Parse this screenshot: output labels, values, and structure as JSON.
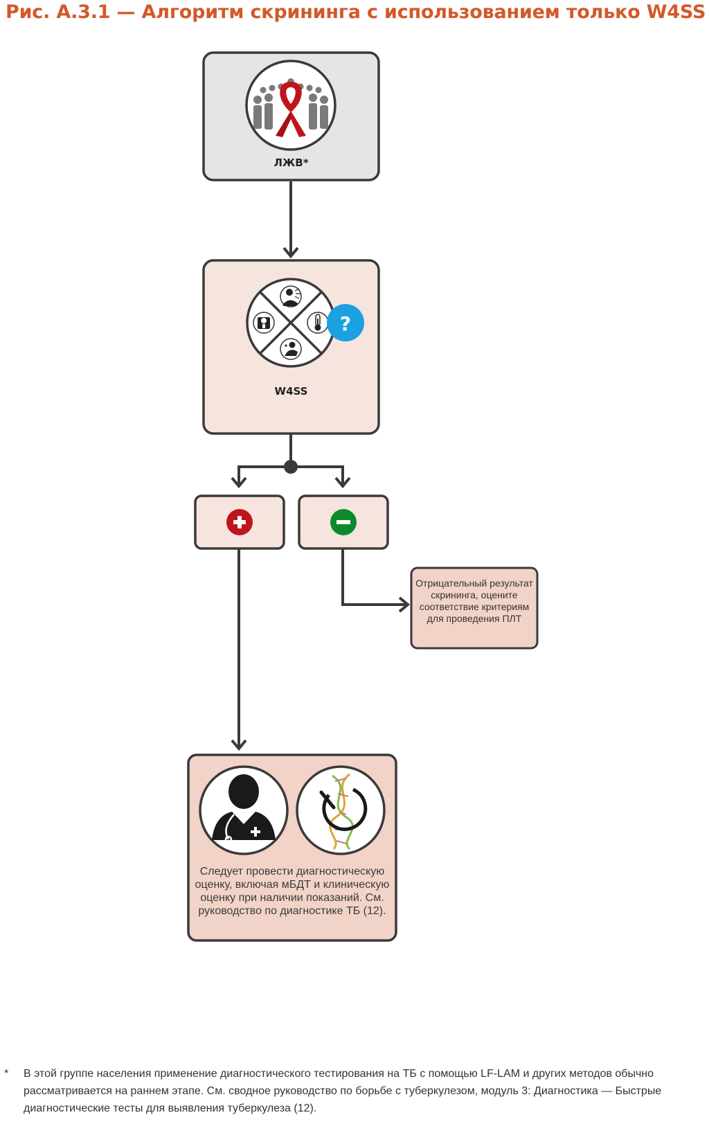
{
  "title": "Рис. А.3.1 — Алгоритм скрининга с использованием только W4SS",
  "nodes": {
    "plhiv": {
      "label": "ЛЖВ*",
      "icon": "red-ribbon-crowd-icon"
    },
    "w4ss": {
      "label": "W4SS",
      "icon": "four-symptom-wheel-icon",
      "badge": "?"
    },
    "positive": {
      "symbol": "+",
      "icon": "plus-circle-icon",
      "color": "#c0141c"
    },
    "negative": {
      "symbol": "–",
      "icon": "minus-circle-icon",
      "color": "#0d8a2c"
    },
    "negative_result": {
      "text": "Отрицательный результат скрининга, оцените соответствие критериям для проведения ПЛТ"
    },
    "diagnostics": {
      "text": "Следует провести диагностическую оценку, включая мБДТ и клиническую оценку при наличии показаний. См. руководство по диагностике ТБ (12).",
      "icons": [
        "doctor-icon",
        "dna-test-icon"
      ]
    }
  },
  "footnote": {
    "mark": "*",
    "text": "В этой группе населения применение диагностического тестирования на ТБ с помощью LF-LAM и других методов обычно рассматривается на раннем этапе. См. сводное руководство по борьбе с туберкулезом, модуль 3: Диагностика — Быстрые диагностические тесты для выявления туберкулеза (12)."
  },
  "colors": {
    "title": "#d2592a",
    "grey_box": "#e5e5e5",
    "pink_box": "#f6e4de",
    "pink_box_dark": "#f2d3c8",
    "border": "#3a3a3a",
    "badge": "#1ba1e2"
  }
}
